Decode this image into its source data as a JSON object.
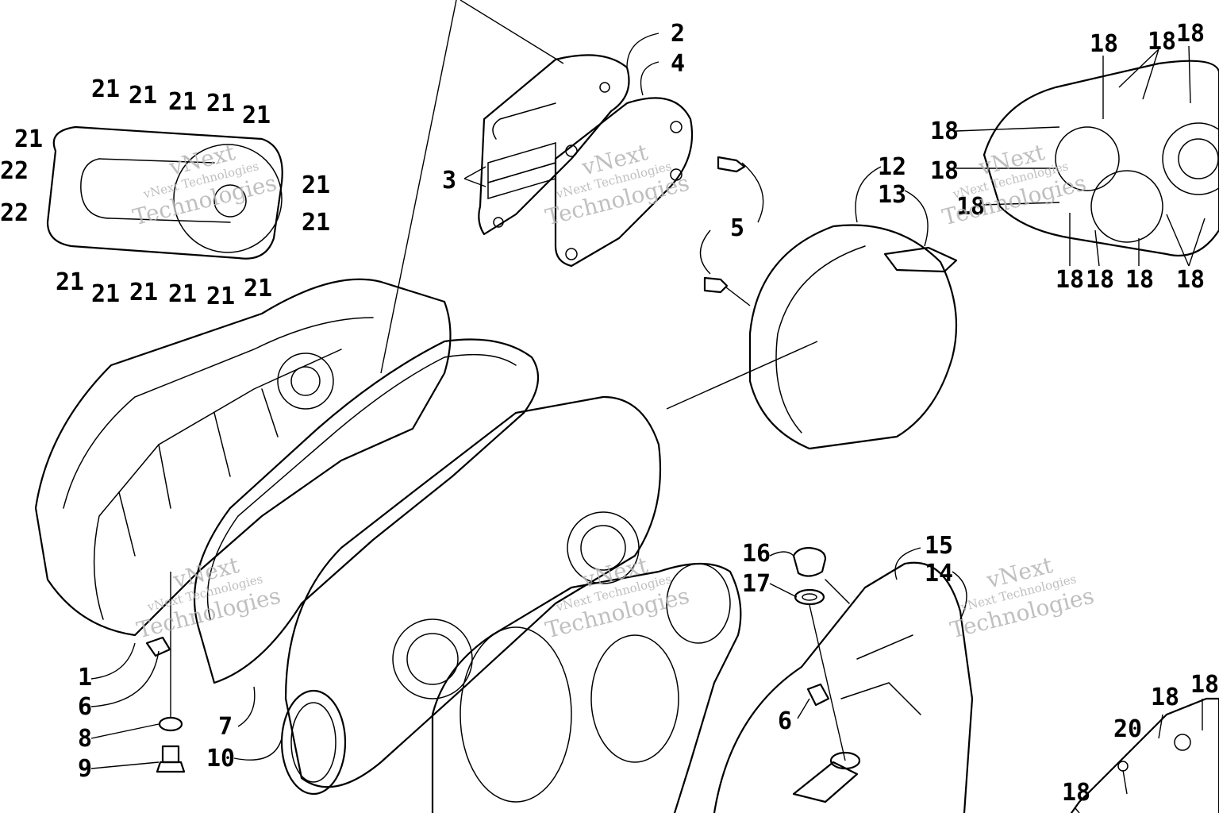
{
  "watermark": {
    "line1": "vNext Technologies",
    "line2": "vNext",
    "line3": "Technologies"
  },
  "labels": {
    "l1": "1",
    "l2": "2",
    "l3": "3",
    "l4": "4",
    "l5": "5",
    "l6": "6",
    "l7": "7",
    "l8": "8",
    "l9": "9",
    "l10": "10",
    "l12": "12",
    "l13": "13",
    "l14": "14",
    "l15": "15",
    "l16": "16",
    "l17": "17",
    "l18": "18",
    "l20": "20",
    "l21": "21",
    "l22": "22",
    "l6b": "6"
  }
}
